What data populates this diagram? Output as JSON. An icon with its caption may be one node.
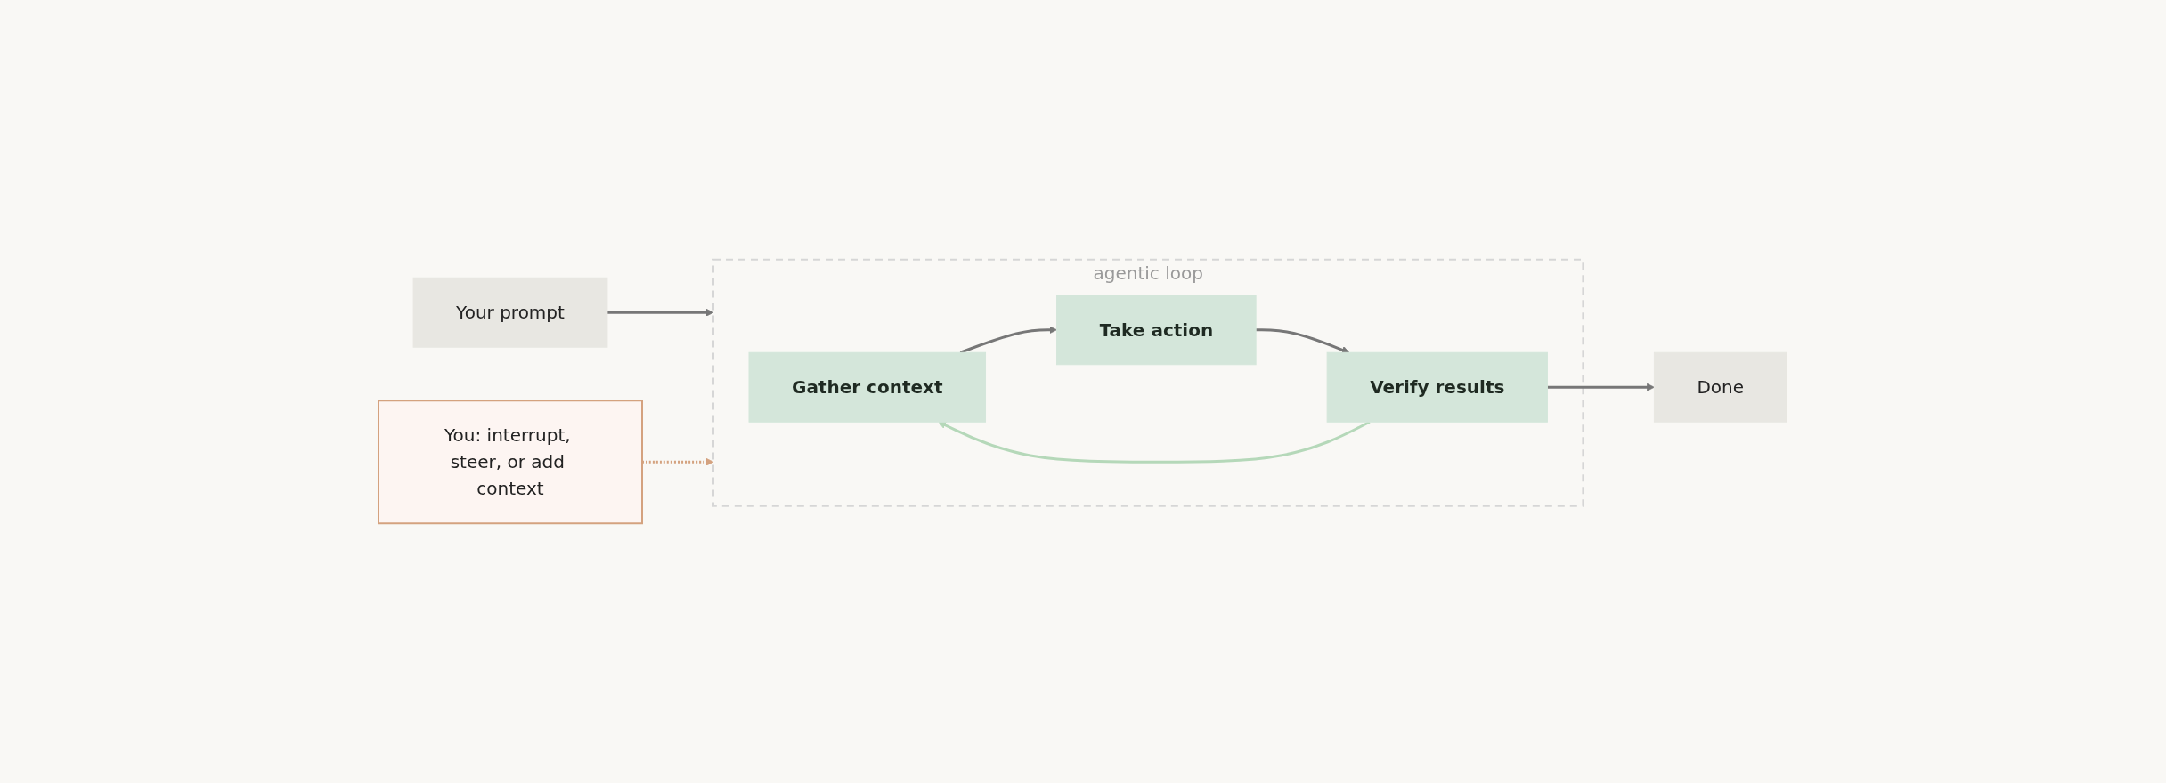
{
  "diagram": {
    "nodes": [
      {
        "text": [
          "Your prompt"
        ]
      },
      {
        "text": [
          "agentic loop"
        ]
      },
      {
        "text": [
          "Gather context"
        ],
        "in": 1
      },
      {
        "text": [
          "Take action"
        ],
        "in": 1
      },
      {
        "text": [
          "Verify results"
        ],
        "in": 1
      },
      {
        "text": [
          "Done"
        ]
      },
      {
        "text": [
          "You: interrupt, steer, or add context"
        ]
      }
    ],
    "edges": [
      {
        "from": 0,
        "to": 1,
        "arrow": "to"
      },
      {
        "from": 2,
        "to": 3,
        "arrow": "to"
      },
      {
        "from": 3,
        "to": 4,
        "arrow": "to"
      },
      {
        "from": 4,
        "to": 2,
        "arrow": "to",
        "color": "#b5d8b9"
      },
      {
        "from": 4,
        "to": 5,
        "arrow": "to"
      },
      {
        "from": 6,
        "to": 1,
        "arrow": "to",
        "style": "dashed",
        "color": "#d4a27f"
      }
    ]
  }
}
